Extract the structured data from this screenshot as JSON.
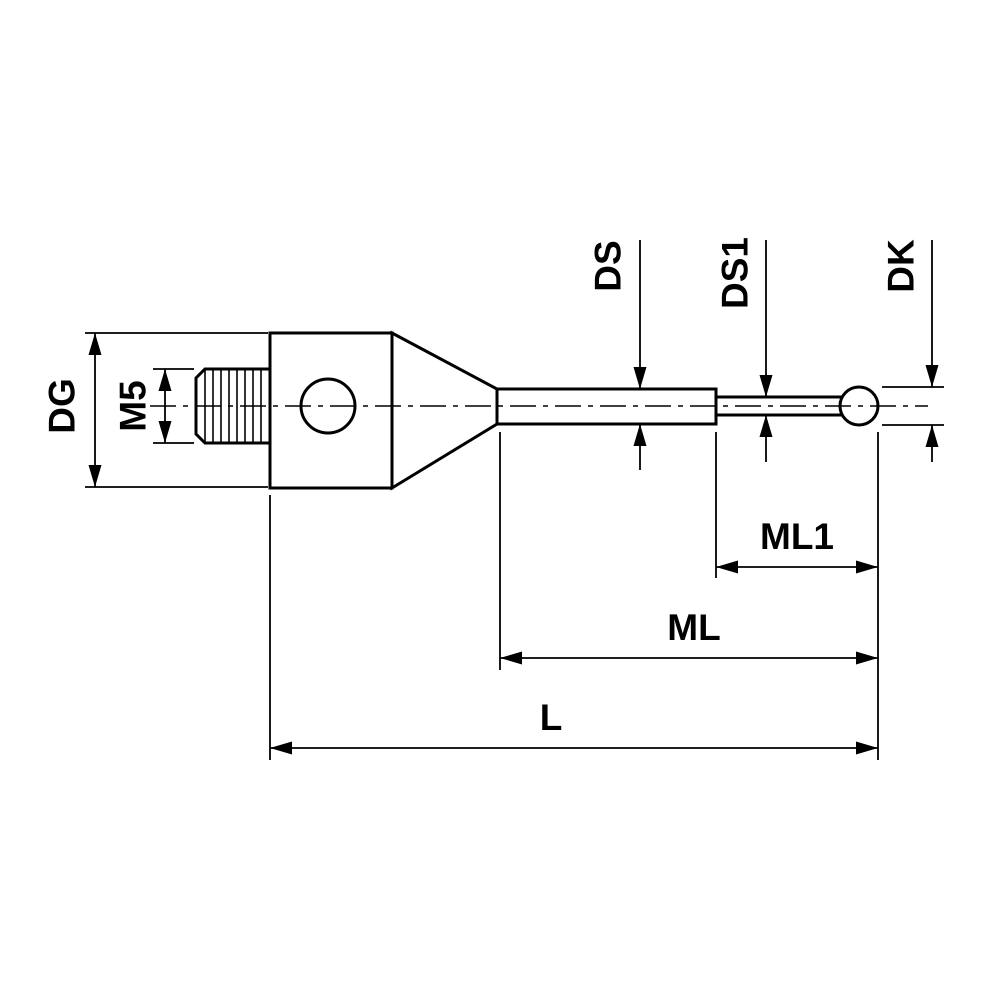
{
  "drawing": {
    "kind": "stylus-dimension-drawing",
    "labels": {
      "dg": "DG",
      "m5": "M5",
      "ds": "DS",
      "ds1": "DS1",
      "dk": "DK",
      "ml1": "ML1",
      "ml": "ML",
      "l": "L"
    },
    "colors": {
      "line": "#000000",
      "background": "#ffffff"
    }
  }
}
